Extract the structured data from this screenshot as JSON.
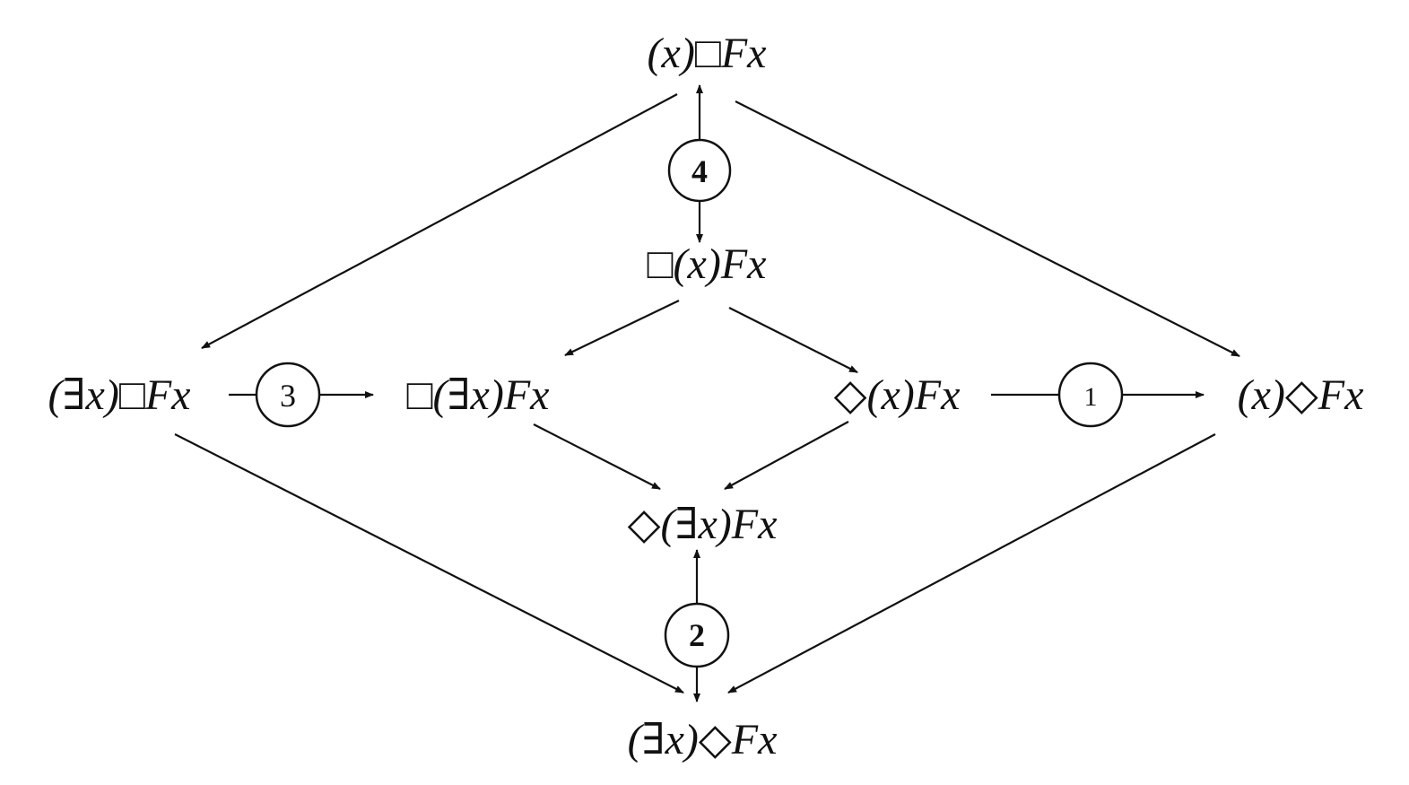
{
  "nodes": {
    "top": "(x)□Fx",
    "box_forall": "□(x)Fx",
    "exists_box": "(∃x)□Fx",
    "box_exists": "□(∃x)Fx",
    "diamond_forall": "◇(x)Fx",
    "forall_diamond": "(x)◇Fx",
    "diamond_exists": "◇(∃x)Fx",
    "bottom": "(∃x)◇Fx"
  },
  "markers": {
    "one": "1",
    "two": "2",
    "three": "3",
    "four": "4"
  }
}
